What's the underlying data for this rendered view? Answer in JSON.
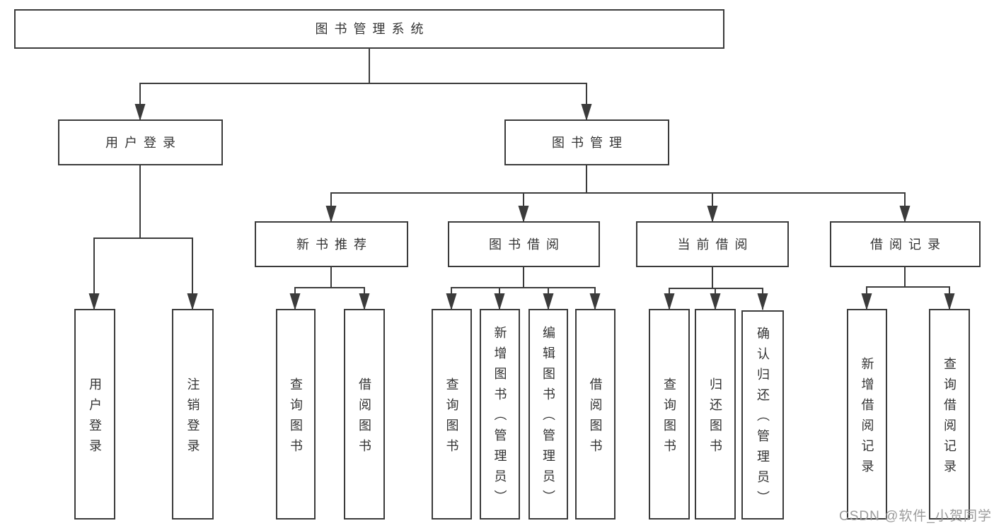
{
  "root": {
    "label": "图书管理系统"
  },
  "level2": [
    {
      "label": "用户登录"
    },
    {
      "label": "图书管理"
    }
  ],
  "level3": [
    {
      "label": "新书推荐",
      "parent": "图书管理"
    },
    {
      "label": "图书借阅",
      "parent": "图书管理"
    },
    {
      "label": "当前借阅",
      "parent": "图书管理"
    },
    {
      "label": "借阅记录",
      "parent": "图书管理"
    }
  ],
  "level4": [
    {
      "label": "用户登录",
      "parent": "用户登录"
    },
    {
      "label": "注销登录",
      "parent": "用户登录"
    },
    {
      "label": "查询图书",
      "parent": "新书推荐"
    },
    {
      "label": "借阅图书",
      "parent": "新书推荐"
    },
    {
      "label": "查询图书",
      "parent": "图书借阅"
    },
    {
      "label": "新增图书（管理员）",
      "parent": "图书借阅"
    },
    {
      "label": "编辑图书（管理员）",
      "parent": "图书借阅"
    },
    {
      "label": "借阅图书",
      "parent": "图书借阅"
    },
    {
      "label": "查询图书",
      "parent": "当前借阅"
    },
    {
      "label": "归还图书",
      "parent": "当前借阅"
    },
    {
      "label": "确认归还（管理员）",
      "parent": "当前借阅"
    },
    {
      "label": "新增借阅记录",
      "parent": "借阅记录"
    },
    {
      "label": "查询借阅记录",
      "parent": "借阅记录"
    }
  ],
  "watermark": "CSDN @软件_小贺同学",
  "colors": {
    "line": "#3b3b3b",
    "box_border": "#3b3b3b",
    "box_fill": "#ffffff",
    "text": "#333333",
    "watermark": "#9b9b9b",
    "background": "#ffffff"
  }
}
